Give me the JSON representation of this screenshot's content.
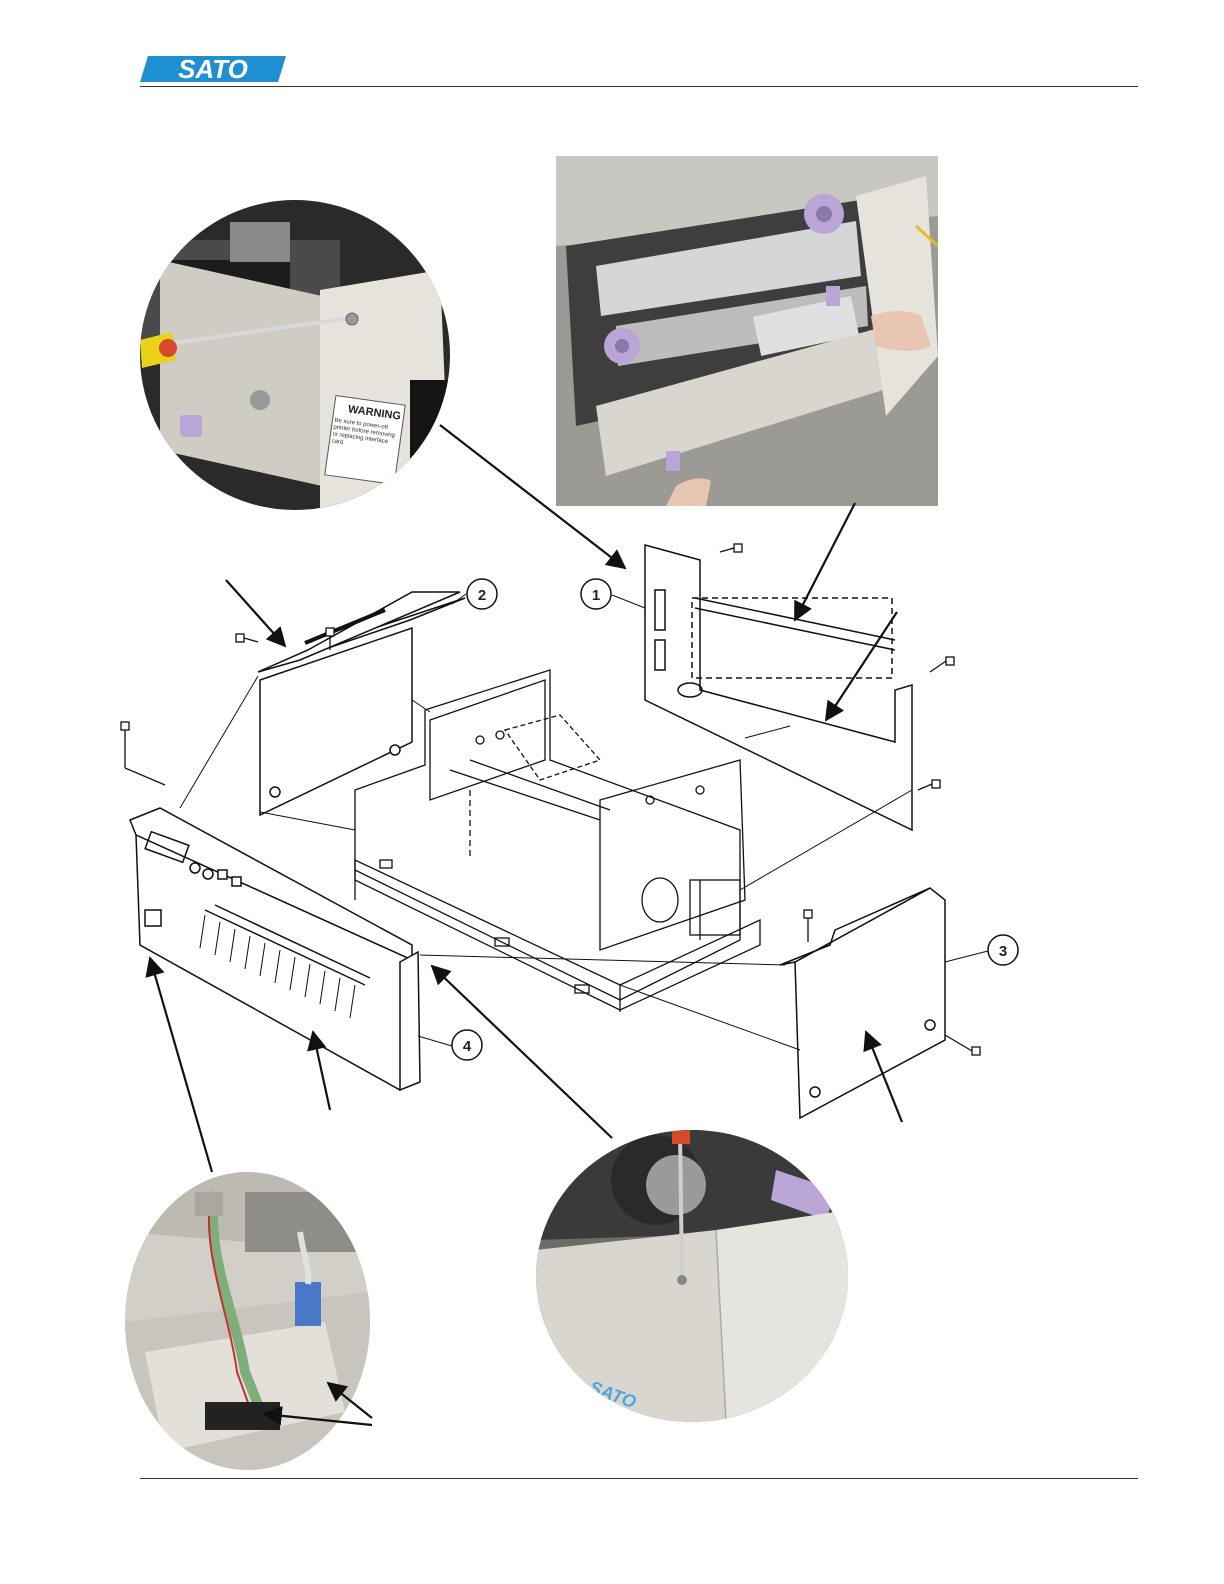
{
  "header": {
    "brand": "SATO",
    "brand_color": "#1E8FD0"
  },
  "photos": {
    "top_left_label": "WARNING",
    "top_left_text": "Be sure to power-off printer before removing or replacing interface card",
    "bottom_right_brand": "SATO"
  },
  "callouts": [
    {
      "number": "1"
    },
    {
      "number": "2"
    },
    {
      "number": "3"
    },
    {
      "number": "4"
    }
  ],
  "colors": {
    "line": "#111111",
    "cover": "#e4e2dc",
    "lavender_knob": "#b9a6d6"
  }
}
